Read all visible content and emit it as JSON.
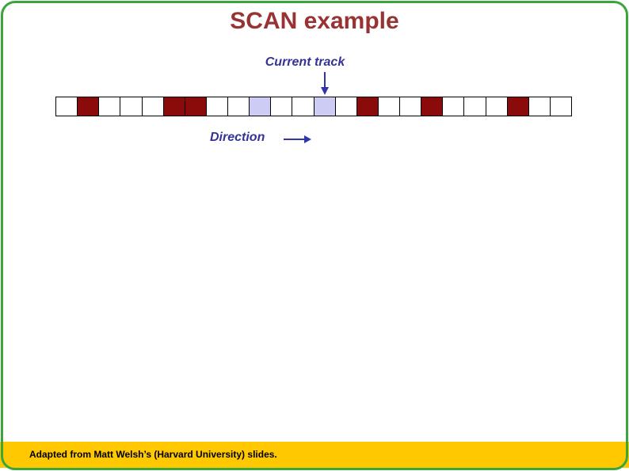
{
  "slide": {
    "title": "SCAN example",
    "annotations": {
      "current_track": "Current track",
      "direction": "Direction"
    },
    "footer": {
      "credit": "Adapted from Matt Welsh’s (Harvard University) slides."
    },
    "track": {
      "cell_count": 24,
      "current_index": 12,
      "cells": [
        "empty",
        "request",
        "empty",
        "empty",
        "empty",
        "request",
        "request",
        "empty",
        "empty",
        "highlight",
        "empty",
        "empty",
        "highlight",
        "empty",
        "request",
        "empty",
        "empty",
        "request",
        "empty",
        "empty",
        "empty",
        "request",
        "empty",
        "empty"
      ]
    },
    "colors": {
      "title_text": "#993333",
      "annotation_text": "#333399",
      "arrow": "#3333AA",
      "request_cell": "#8B0A0A",
      "highlight_cell": "#CCCCF5",
      "empty_cell": "#FFFFFF",
      "cell_border": "#000000",
      "footer_bar": "#FFC800",
      "frame_border": "#3BA53B"
    }
  }
}
